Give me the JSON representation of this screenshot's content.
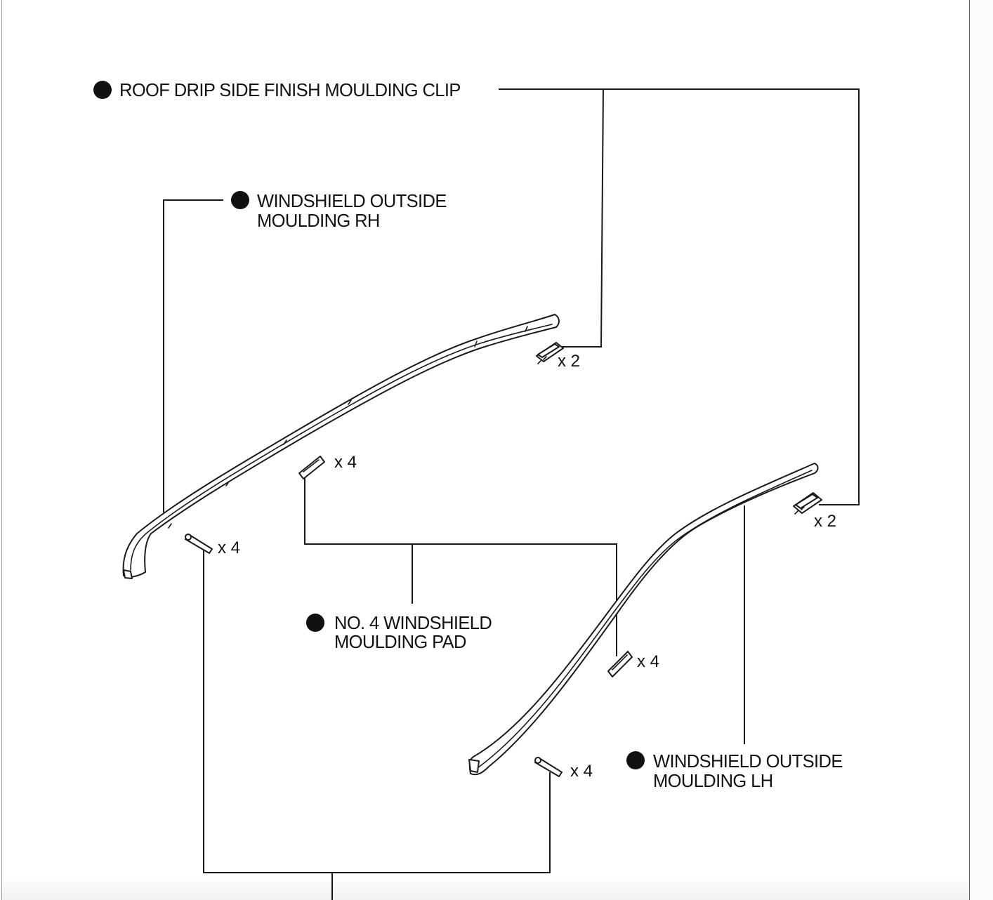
{
  "labels": {
    "roof_clip": "ROOF DRIP SIDE FINISH MOULDING CLIP",
    "rh_line1": "WINDSHIELD OUTSIDE",
    "rh_line2": "MOULDING RH",
    "pad_line1": "NO. 4 WINDSHIELD",
    "pad_line2": "MOULDING PAD",
    "lh_line1": "WINDSHIELD OUTSIDE",
    "lh_line2": "MOULDING LH"
  },
  "counts": {
    "roof_clip_rh": "x 2",
    "roof_clip_lh": "x 2",
    "pad_rh": "x 4",
    "pad_lh": "x 4",
    "pin_rh": "x 4",
    "pin_lh": "x 4"
  },
  "colors": {
    "ink": "#1a1a1a",
    "background": "#ffffff"
  }
}
